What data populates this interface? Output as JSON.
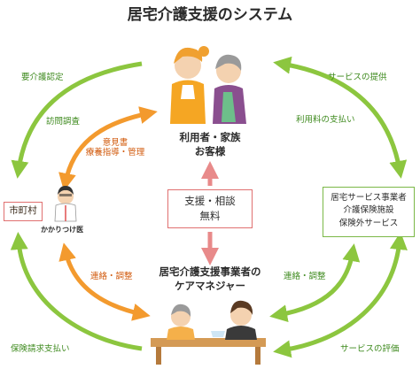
{
  "title": "居宅介護支援のシステム",
  "nodes": {
    "user": {
      "line1": "利用者・家族",
      "line2": "お客様"
    },
    "city": {
      "label": "市町村"
    },
    "doctor": {
      "label": "かかりつけ医"
    },
    "support": {
      "line1": "支援・相談",
      "line2": "無料"
    },
    "services": {
      "line1": "居宅サービス事業者",
      "line2": "介護保険施設",
      "line3": "保険外サービス"
    },
    "caremanager": {
      "line1": "居宅介護支援事業者の",
      "line2": "ケアマネジャー"
    }
  },
  "edges": {
    "care_cert": "要介護認定",
    "visit": "訪問調査",
    "opinion_line1": "意見書",
    "opinion_line2": "療養指導・管理",
    "liaison_left": "連絡・調整",
    "insurance_claim": "保険請求支払い",
    "service_provision": "サービスの提供",
    "fee_payment": "利用料の支払い",
    "liaison_right": "連絡・調整",
    "service_eval": "サービスの評価"
  },
  "colors": {
    "green": "#8cc63f",
    "orange": "#f39a2e",
    "pink": "#e88a8a",
    "box_red": "#e07070",
    "box_green": "#7bb847"
  }
}
